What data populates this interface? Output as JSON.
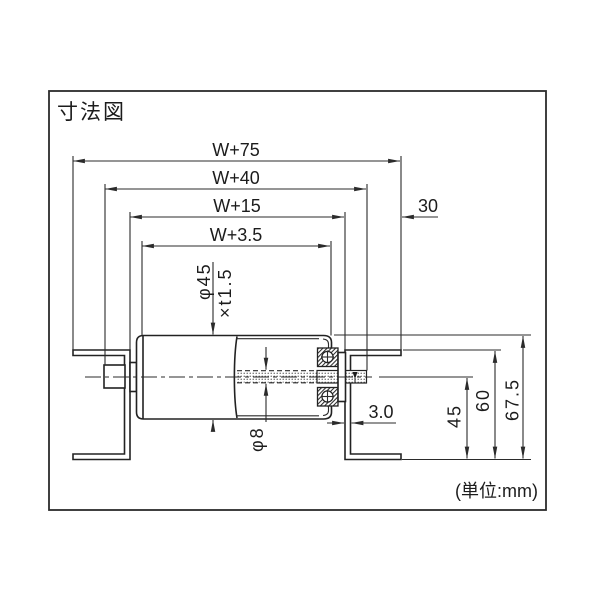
{
  "title": "寸法図",
  "unit_note": "(単位:mm)",
  "dims": {
    "overall_width": "W+75",
    "over_shaft_width": "W+40",
    "between_frames_width": "W+15",
    "roller_length": "W+3.5",
    "frame_side_offset": "30",
    "roller_diameter": "φ45",
    "wall_thickness": "×t1.5",
    "shaft_diameter": "φ8",
    "frame_thickness": "3.0",
    "axis_height": "45",
    "frame_height": "60",
    "roller_top_height": "67.5"
  },
  "colors": {
    "line": "#2b2b2b",
    "background": "#ffffff"
  }
}
